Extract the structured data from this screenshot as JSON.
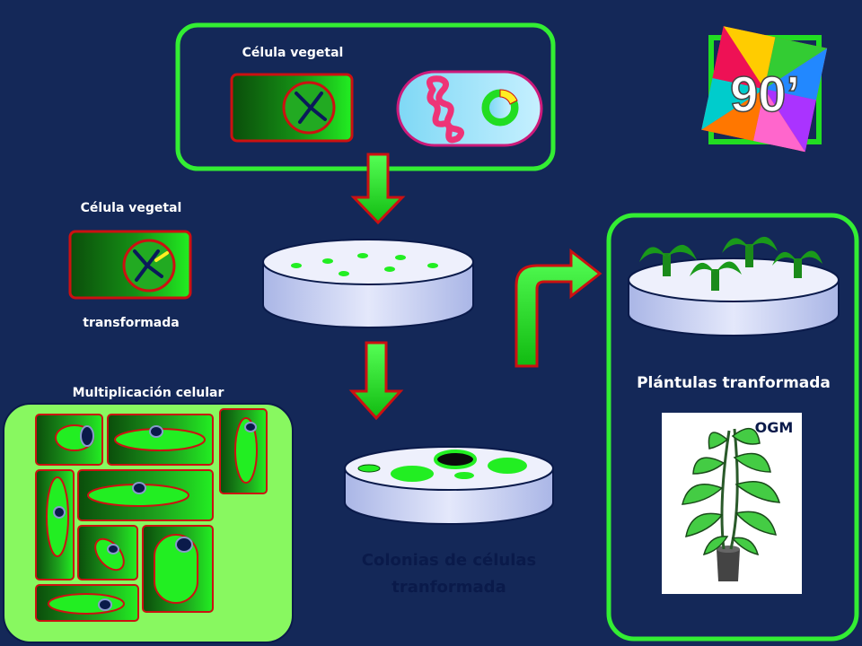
{
  "labels": {
    "cell_top": "Célula vegetal",
    "cell_mid": "Célula vegetal",
    "transformed": "transformada",
    "multiplication": "Multiplicación celular",
    "plantlets": "Plántulas tranformada",
    "ogm": "OGM",
    "colonies_line1": "Colonias de células",
    "colonies_line2": "tranformada",
    "badge": "90’"
  },
  "colors": {
    "background": "#142858",
    "frame_green": "#33ee33",
    "cell_red": "#cc1111",
    "agro_pink": "#ee3377",
    "dish": "#c8d0f0",
    "arrow_fill": "#22dd22",
    "label_white": "#ffffff",
    "label_dark": "#0a1a4a"
  }
}
